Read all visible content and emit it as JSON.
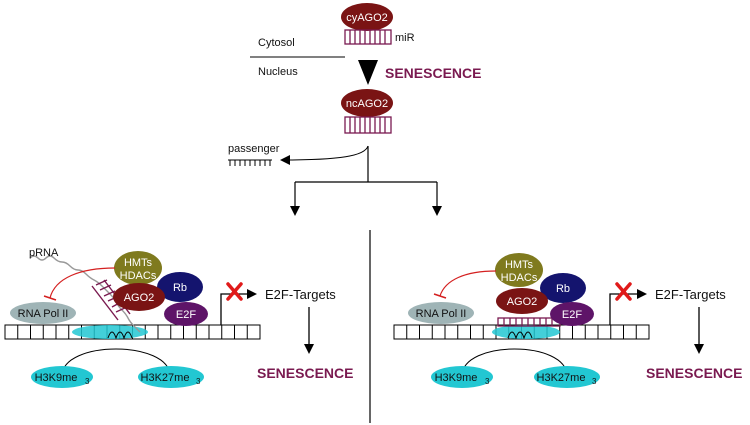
{
  "compartments": {
    "cytosol": "Cytosol",
    "nucleus": "Nucleus"
  },
  "top": {
    "cy_ago2": "cyAGO2",
    "mir": "miR",
    "senescence": "SENESCENCE",
    "nc_ago2": "ncAGO2",
    "passenger": "passenger"
  },
  "left_panel": {
    "prna": "pRNA",
    "hmts": "HMTs",
    "hdacs": "HDACs",
    "rb": "Rb",
    "ago2": "AGO2",
    "e2f": "E2F",
    "rna_pol": "RNA Pol II",
    "h3k9": "H3K9me",
    "h3k9_sub": "3",
    "h3k27": "H3K27me",
    "h3k27_sub": "3",
    "targets": "E2F-Targets",
    "senescence": "SENESCENCE"
  },
  "right_panel": {
    "hmts": "HMTs",
    "hdacs": "HDACs",
    "rb": "Rb",
    "ago2": "AGO2",
    "e2f": "E2F",
    "rna_pol": "RNA Pol II",
    "h3k9": "H3K9me",
    "h3k9_sub": "3",
    "h3k27": "H3K27me",
    "h3k27_sub": "3",
    "targets": "E2F-Targets",
    "senescence": "SENESCENCE"
  },
  "colors": {
    "ago2": "#7a1414",
    "hmts": "#7f7a1e",
    "rb": "#14146e",
    "e2f": "#5e1468",
    "rna_pol": "#9fb4b6",
    "histone": "#22c7d2",
    "mirna": "#7a1a50",
    "senescence": "#7a1a50",
    "inhibit": "#d42020",
    "block_x": "#e01a1a"
  }
}
